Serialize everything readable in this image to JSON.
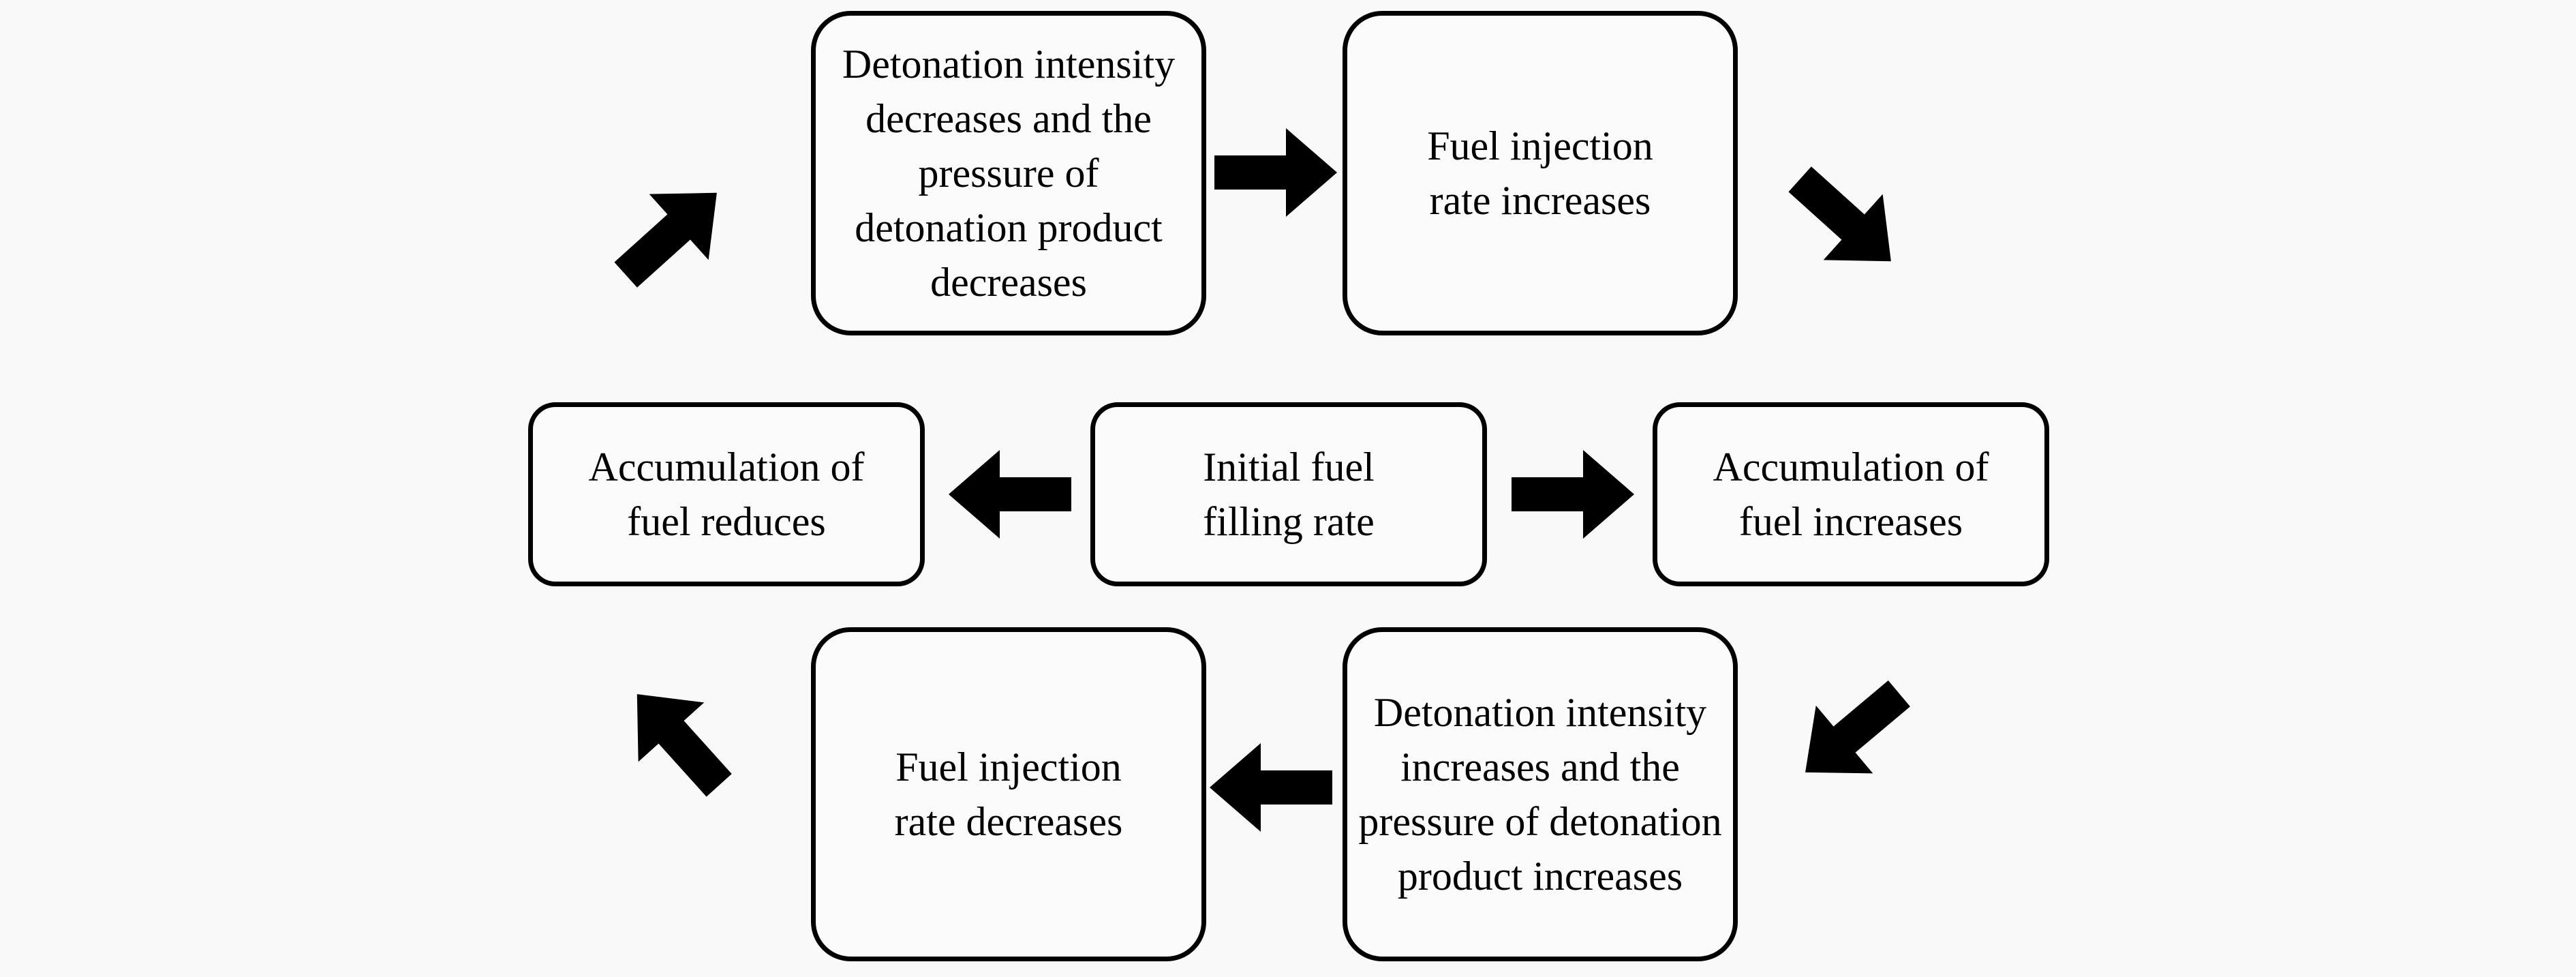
{
  "nodes": {
    "top_left": "Detonation intensity decreases and the pressure of detonation product decreases",
    "top_right": "Fuel injection rate increases",
    "mid_left": "Accumulation of fuel reduces",
    "center": "Initial fuel filling rate",
    "mid_right": "Accumulation of fuel increases",
    "bottom_left": "Fuel injection rate decreases",
    "bottom_right": "Detonation intensity increases and the pressure of detonation product increases"
  },
  "colors": {
    "background": "#f9f9f9",
    "box_border": "#000000",
    "arrow_fill": "#000000"
  }
}
